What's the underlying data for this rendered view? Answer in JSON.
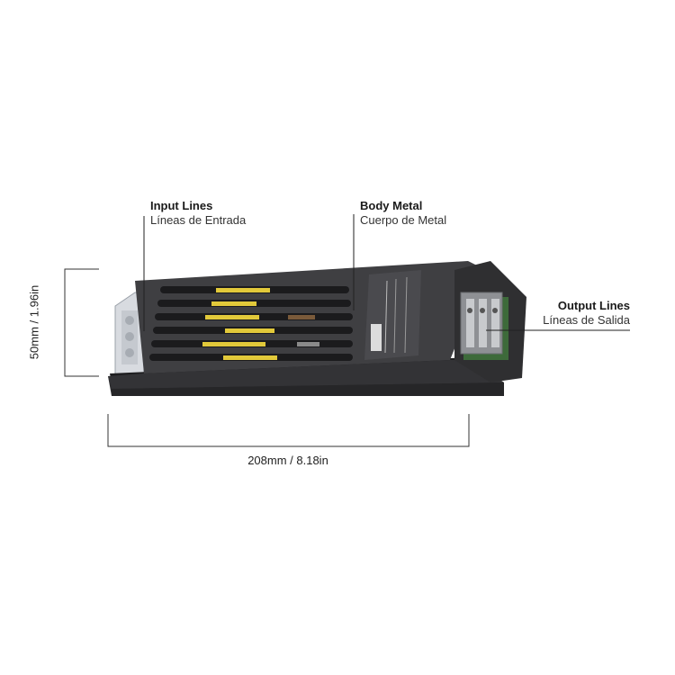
{
  "labels": {
    "input": {
      "title": "Input Lines",
      "subtitle": "Líneas de Entrada"
    },
    "body": {
      "title": "Body Metal",
      "subtitle": "Cuerpo de Metal"
    },
    "output": {
      "title": "Output Lines",
      "subtitle": "Líneas de Salida"
    }
  },
  "dimensions": {
    "height": "50mm / 1.96in",
    "width": "208mm / 8.18in"
  },
  "colors": {
    "housing": "#3f3f42",
    "housing_dark": "#2a2a2c",
    "pcb_yellow": "#e2c93a",
    "terminal_green": "#3d6a3a",
    "terminal_grey": "#8e9094"
  }
}
